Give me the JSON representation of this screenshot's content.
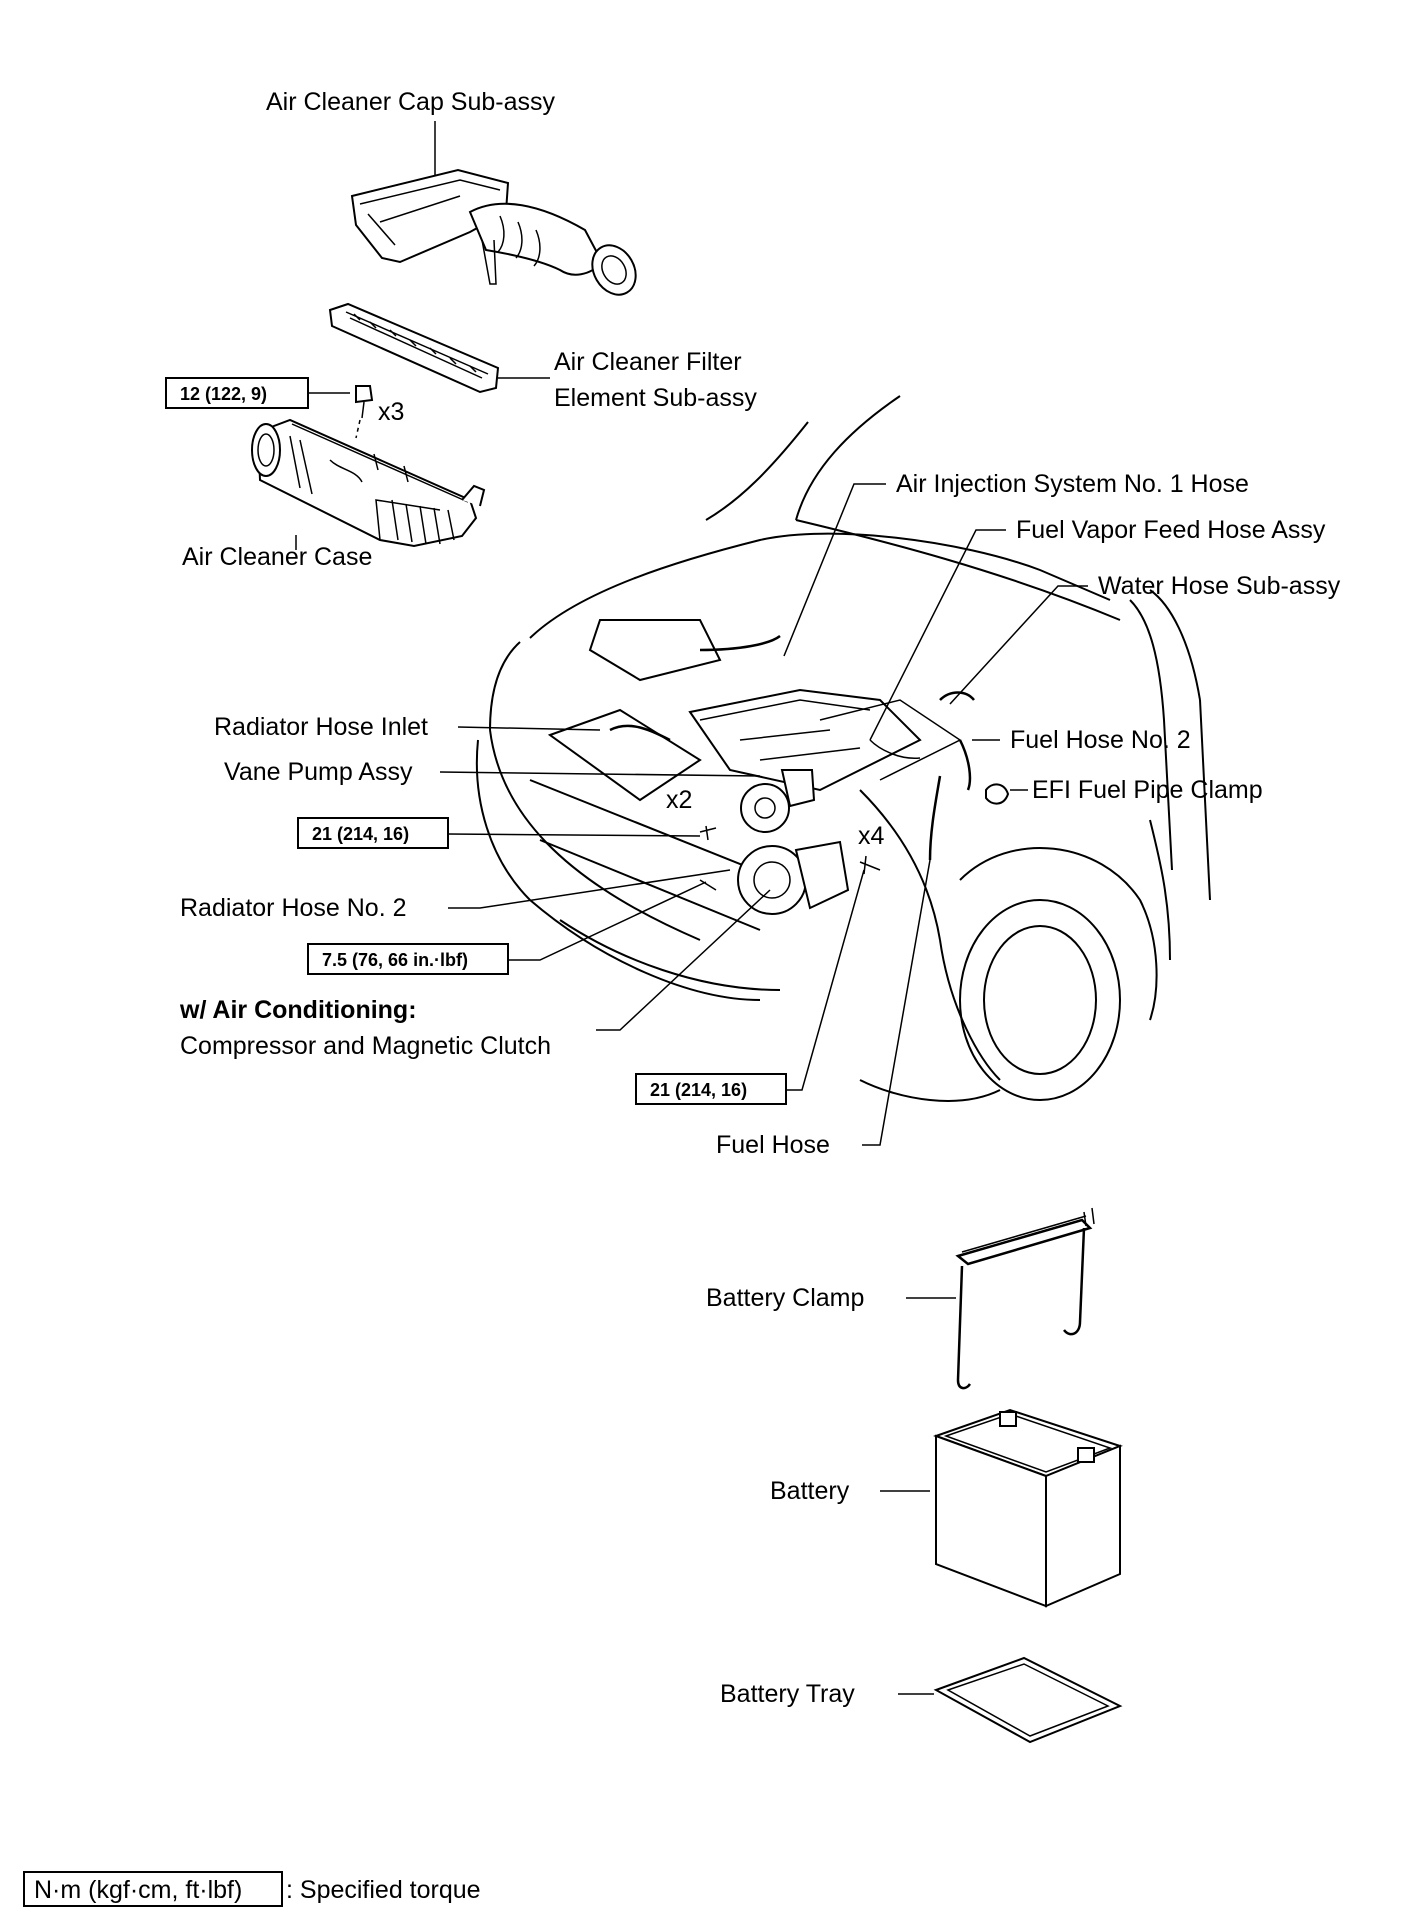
{
  "labels": {
    "air_cleaner_cap": "Air Cleaner Cap Sub-assy",
    "air_cleaner_filter_1": "Air Cleaner Filter",
    "air_cleaner_filter_2": "Element  Sub-assy",
    "air_cleaner_case": "Air Cleaner Case",
    "air_injection_hose": "Air Injection System No. 1 Hose",
    "fuel_vapor_hose": "Fuel Vapor Feed Hose Assy",
    "water_hose": "Water Hose Sub-assy",
    "radiator_hose_inlet": "Radiator Hose Inlet",
    "vane_pump": "Vane Pump Assy",
    "fuel_hose_no2": "Fuel Hose No. 2",
    "efi_clamp": "EFI Fuel Pipe Clamp",
    "radiator_hose_no2": "Radiator Hose No. 2",
    "air_conditioning_heading": "w/ Air Conditioning:",
    "compressor": "Compressor and Magnetic Clutch",
    "fuel_hose": "Fuel Hose",
    "battery_clamp": "Battery Clamp",
    "battery": "Battery",
    "battery_tray": "Battery Tray"
  },
  "quantities": {
    "bolts_x3": "x3",
    "bolts_x2": "x2",
    "bolts_x4": "x4"
  },
  "torques": {
    "case_bolt": "12 (122, 9)",
    "pump_bolt": "21 (214, 16)",
    "hose_bolt": "7.5 (76, 66 in.·lbf)",
    "compressor_bolt": "21 (214, 16)"
  },
  "legend": {
    "unit": "N·m (kgf·cm, ft·lbf)",
    "desc": ": Specified torque"
  }
}
